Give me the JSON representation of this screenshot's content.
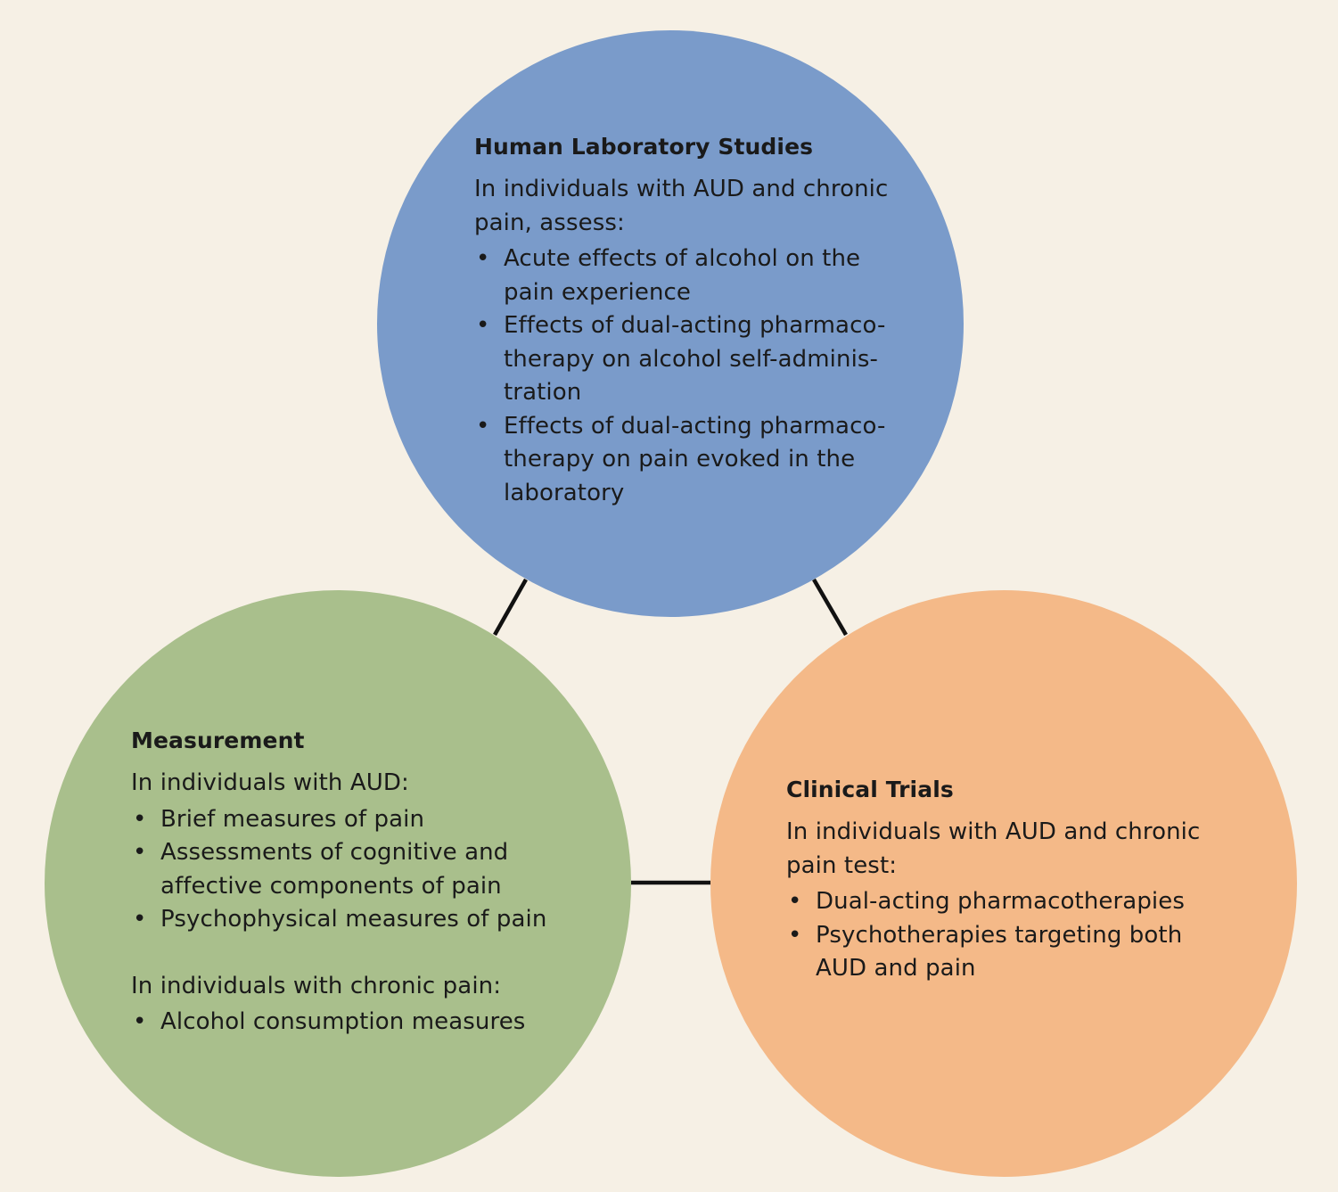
{
  "colors": {
    "background": "#f6f0e5",
    "lab_circle": "#7a9bca",
    "measurement_circle": "#a9bf8c",
    "clinical_circle": "#f4b988",
    "connector": "#111111"
  },
  "lab": {
    "title": "Human Laboratory Studies",
    "intro_lines": [
      "In individuals with AUD and chronic",
      "pain, assess:"
    ],
    "bullets": [
      [
        "Acute effects of alcohol on the",
        "pain experience"
      ],
      [
        "Effects of dual-acting pharmaco-",
        "therapy on alcohol self-adminis-",
        "tration"
      ],
      [
        "Effects of dual-acting pharmaco-",
        "therapy on pain evoked in the",
        "laboratory"
      ]
    ]
  },
  "measurement": {
    "title": "Measurement",
    "intro": "In individuals with AUD:",
    "bullets": [
      [
        "Brief measures of pain"
      ],
      [
        "Assessments of cognitive and",
        "affective components of pain"
      ],
      [
        "Psychophysical measures of pain"
      ]
    ],
    "intro2": "In individuals with chronic pain:",
    "bullets2": [
      [
        "Alcohol consumption measures"
      ]
    ]
  },
  "clinical": {
    "title": "Clinical Trials",
    "intro_lines": [
      "In individuals with AUD and chronic",
      "pain test:"
    ],
    "bullets": [
      [
        "Dual-acting pharmacotherapies"
      ],
      [
        "Psychotherapies targeting both",
        "AUD and pain"
      ]
    ]
  },
  "bullet_char": "•"
}
